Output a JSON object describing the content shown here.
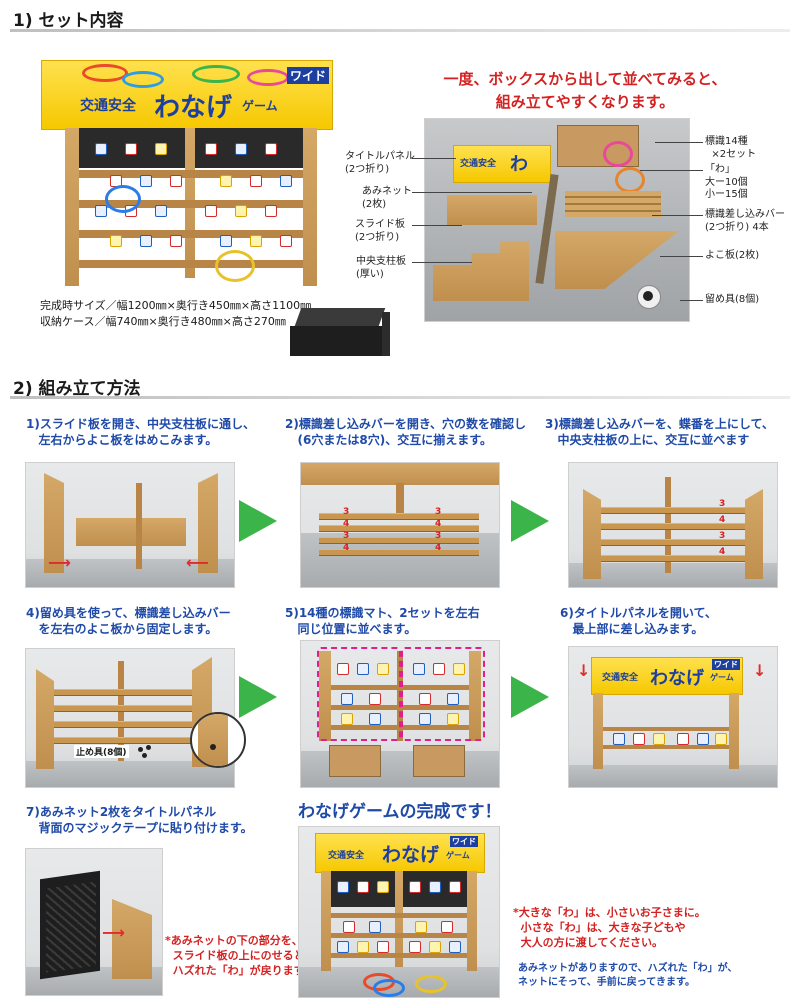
{
  "sections": {
    "set_contents": "1) セット内容",
    "assembly": "2) 組み立て方法"
  },
  "product": {
    "banner_title": "交通安全",
    "banner_main": "わなげ",
    "banner_sub": "ゲーム",
    "banner_badge": "ワイド"
  },
  "specs": {
    "assembled": "完成時サイズ／幅1200㎜×奥行き450㎜×高さ1100㎜",
    "case": "収納ケース／幅740㎜×奥行き480㎜×高さ270㎜"
  },
  "intro": {
    "line1": "一度、ボックスから出して並べてみると、",
    "line2": "組み立てやすくなります。"
  },
  "parts_left": [
    {
      "name": "タイトルパネル",
      "detail": "(2つ折り)"
    },
    {
      "name": "あみネット",
      "detail": "(2枚)"
    },
    {
      "name": "スライド板",
      "detail": "(2つ折り)"
    },
    {
      "name": "中央支柱板",
      "detail": "(厚い)"
    }
  ],
  "parts_right": [
    {
      "name": "標識14種",
      "detail": "×2セット"
    },
    {
      "name": "「わ」",
      "detail": "大ー10個",
      "detail2": "小ー15個"
    },
    {
      "name": "標識差し込みバー",
      "detail": "(2つ折り) 4本"
    },
    {
      "name": "よこ板(2枚)",
      "detail": ""
    },
    {
      "name": "留め具(8個)",
      "detail": ""
    }
  ],
  "steps": [
    {
      "line1": "1)スライド板を開き、中央支柱板に通し、",
      "line2": "左右からよこ板をはめこみます。"
    },
    {
      "line1": "2)標識差し込みバーを開き、穴の数を確認し",
      "line2": "(6穴または8穴)、交互に揃えます。"
    },
    {
      "line1": "3)標識差し込みバーを、蝶番を上にして、",
      "line2": "中央支柱板の上に、交互に並べます"
    },
    {
      "line1": "4)留め具を使って、標識差し込みバー",
      "line2": "を左右のよこ板から固定します。"
    },
    {
      "line1": "5)14種の標識マト、2セットを左右",
      "line2": "同じ位置に並べます。"
    },
    {
      "line1": "6)タイトルパネルを開いて、",
      "line2": "最上部に差し込みます。"
    },
    {
      "line1": "7)あみネット2枚をタイトルパネル",
      "line2": "背面のマジックテープに貼り付けます。"
    }
  ],
  "hole_numbers": [
    "3",
    "4",
    "3",
    "4"
  ],
  "fastener_label": "止め具(8個)",
  "complete": "わなげゲームの完成です！",
  "note_step7": {
    "line1": "*あみネットの下の部分を、",
    "line2": "スライド板の上にのせると",
    "line3": "ハズれた「わ」が戻ります。"
  },
  "note_final_red": {
    "line1": "*大きな「わ」は、小さいお子さまに。",
    "line2": "小さな「わ」は、大きな子どもや",
    "line3": "大人の方に渡してください。"
  },
  "note_final_blue": {
    "line1": "あみネットがありますので、ハズれた「わ」が、",
    "line2": "ネットにそって、手前に戻ってきます。"
  },
  "colors": {
    "accent_blue": "#1f4aa8",
    "accent_red": "#d42222",
    "arrow_green": "#3bb54a",
    "banner_yellow": "#f6c800"
  }
}
